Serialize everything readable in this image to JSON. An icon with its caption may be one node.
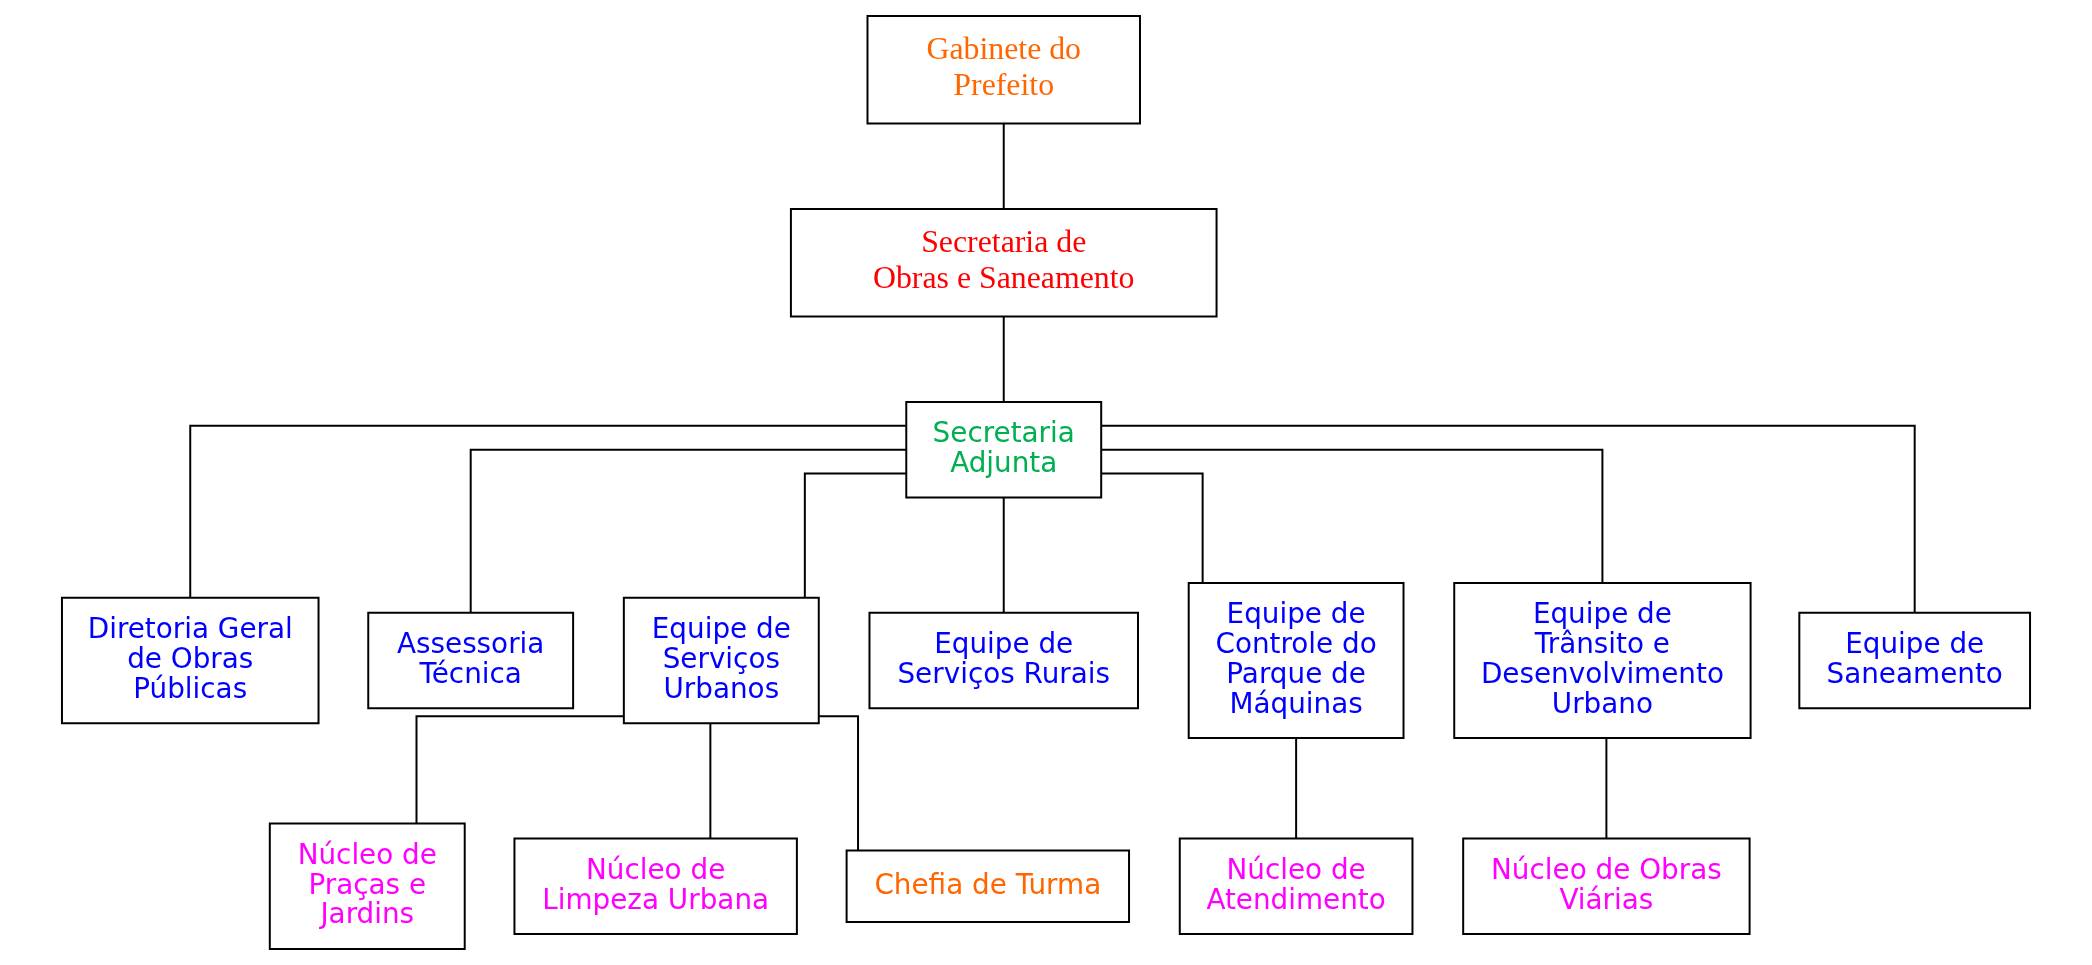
{
  "diagram": {
    "nodes": [
      {
        "text": [
          "Gabinete do Prefeito"
        ]
      },
      {
        "text": [
          "Secretaria de Obras e Saneamento"
        ]
      },
      {
        "text": [
          "Secretaria Adjunta"
        ]
      },
      {
        "text": [
          "Diretoria Geral de Obras Públicas"
        ]
      },
      {
        "text": [
          "Assessoria Técnica"
        ]
      },
      {
        "text": [
          "Equipe de Serviços Urbanos"
        ]
      },
      {
        "text": [
          "Equipe de Serviços Rurais"
        ]
      },
      {
        "text": [
          "Equipe de Controle do Parque de Máquinas"
        ]
      },
      {
        "text": [
          "Equipe de Trânsito e Desenvolvimento Urbano"
        ]
      },
      {
        "text": [
          "Equipe de Saneamento"
        ]
      },
      {
        "text": [
          "Núcleo de Praças e Jardins"
        ]
      },
      {
        "text": [
          "Núcleo de Limpeza Urbana"
        ]
      },
      {
        "text": [
          "Chefia de Turma"
        ]
      },
      {
        "text": [
          "Núcleo de Atendimento"
        ]
      },
      {
        "text": [
          "Núcleo de Obras Viárias"
        ]
      }
    ],
    "edges": [
      {
        "from": 0,
        "to": 1,
        "arrow": "none"
      },
      {
        "from": 1,
        "to": 2,
        "arrow": "none"
      },
      {
        "from": 2,
        "to": 3,
        "arrow": "none"
      },
      {
        "from": 2,
        "to": 4,
        "arrow": "none"
      },
      {
        "from": 2,
        "to": 5,
        "arrow": "none"
      },
      {
        "from": 2,
        "to": 6,
        "arrow": "none"
      },
      {
        "from": 2,
        "to": 7,
        "arrow": "none"
      },
      {
        "from": 2,
        "to": 8,
        "arrow": "none"
      },
      {
        "from": 2,
        "to": 9,
        "arrow": "none"
      },
      {
        "from": 5,
        "to": 10,
        "arrow": "none"
      },
      {
        "from": 5,
        "to": 11,
        "arrow": "none"
      },
      {
        "from": 5,
        "to": 12,
        "arrow": "none"
      },
      {
        "from": 7,
        "to": 13,
        "arrow": "none"
      },
      {
        "from": 8,
        "to": 14,
        "arrow": "none"
      }
    ]
  }
}
